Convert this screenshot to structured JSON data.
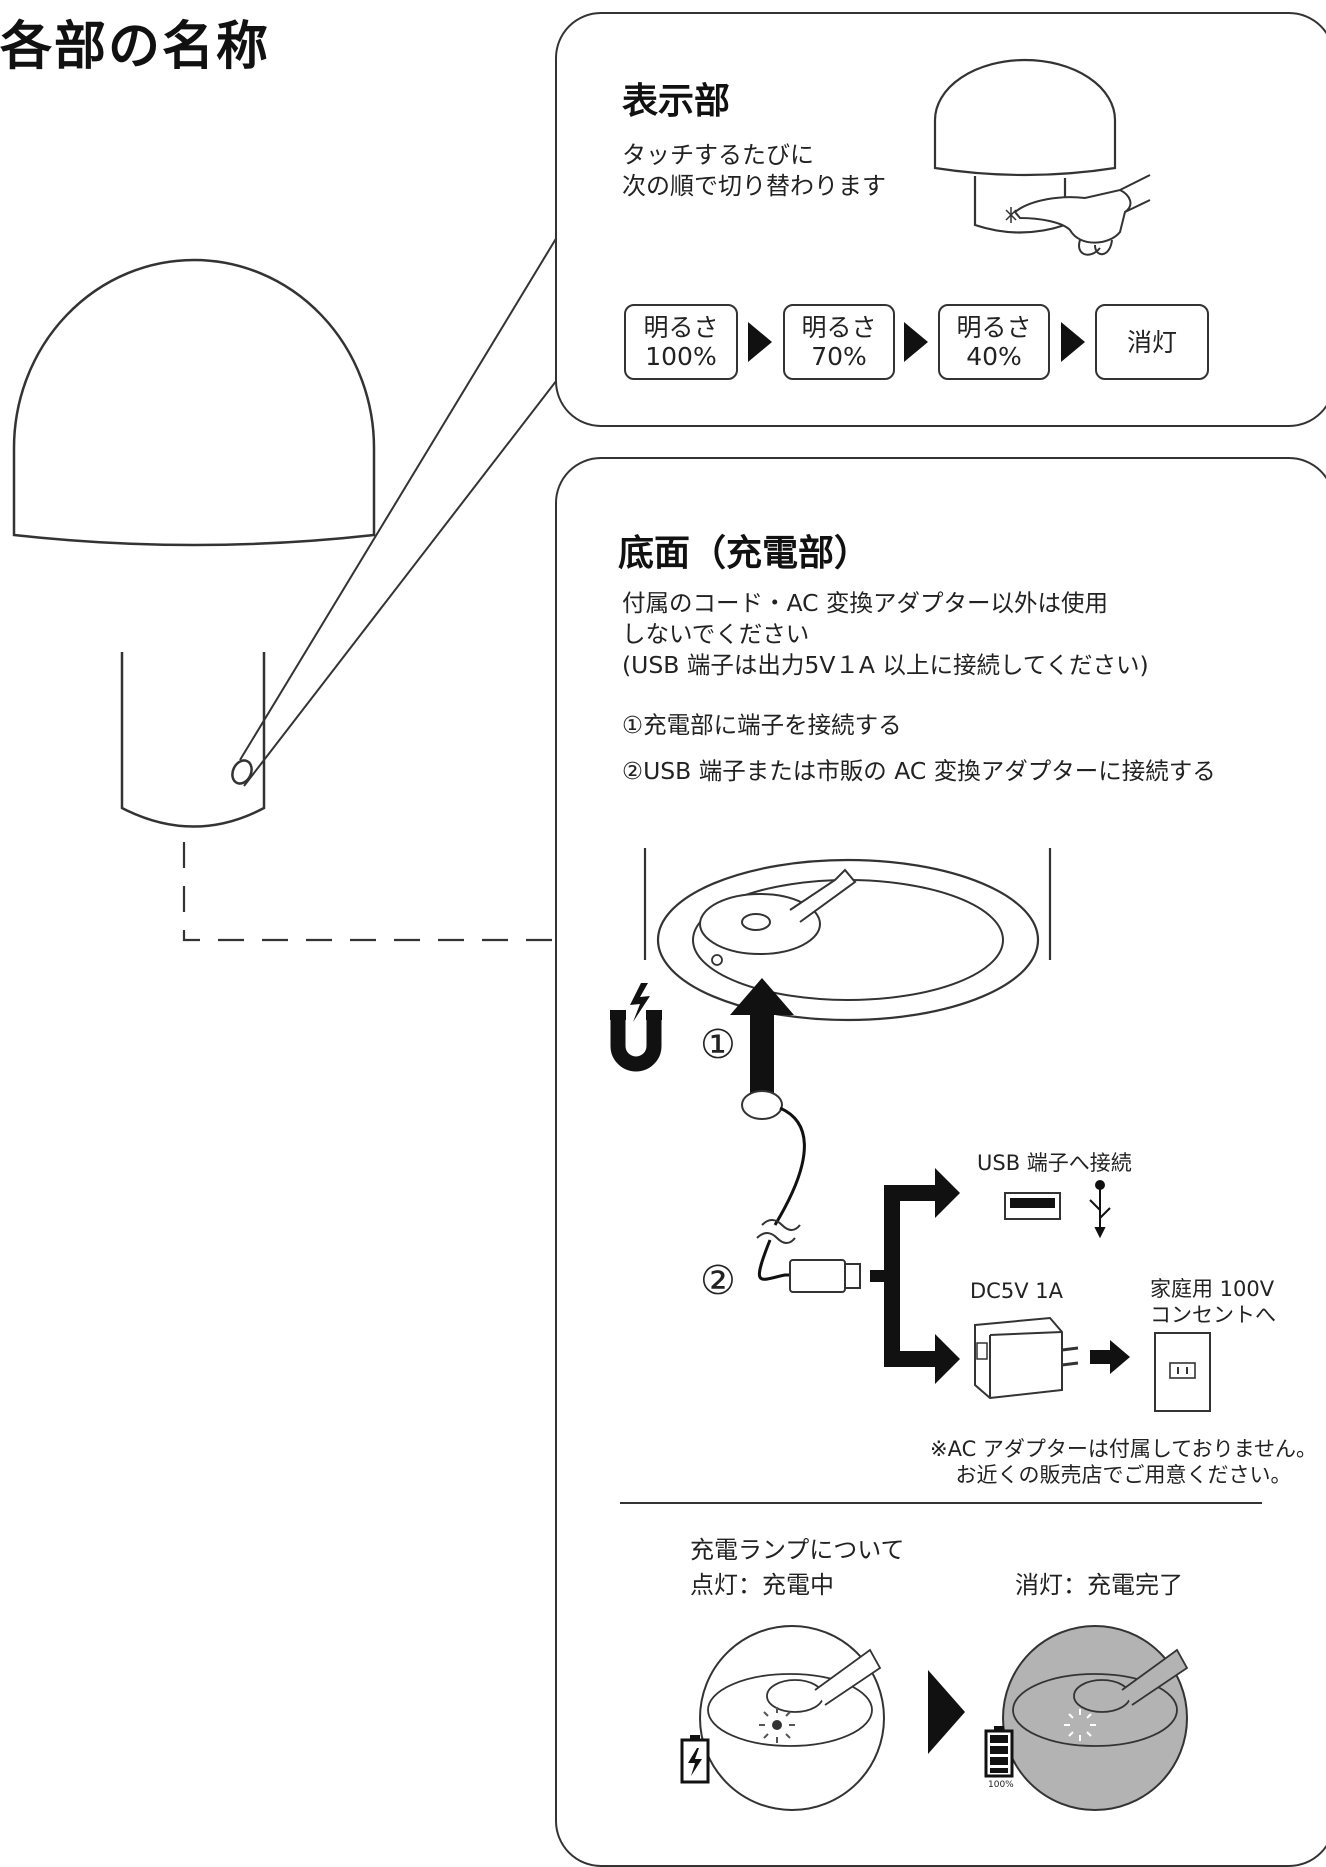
{
  "page": {
    "title": "各部の名称"
  },
  "display_section": {
    "heading": "表示部",
    "description": [
      "タッチするたびに",
      "次の順で切り替わります"
    ],
    "steps": [
      {
        "line1": "明るさ",
        "line2": "100%"
      },
      {
        "line1": "明るさ",
        "line2": "70%"
      },
      {
        "line1": "明るさ",
        "line2": "40%"
      },
      {
        "line1": "消灯",
        "line2": ""
      }
    ]
  },
  "bottom_section": {
    "heading": "底面（充電部）",
    "notes": [
      "付属のコード・AC 変換アダプター以外は使用",
      "しないでください",
      "(USB 端子は出力5V１A 以上に接続してください)"
    ],
    "instructions": [
      "①充電部に端子を接続する",
      "②USB 端子または市販の AC 変換アダプターに接続する"
    ],
    "step_marker_1": "①",
    "step_marker_2": "②",
    "usb_label": "USB 端子へ接続",
    "adapter_label": "DC5V 1A",
    "outlet_label": [
      "家庭用 100V",
      "コンセントへ"
    ],
    "adapter_note": [
      "※AC アダプターは付属しておりません。",
      "お近くの販売店でご用意ください。"
    ],
    "lamp_title": "充電ランプについて",
    "lamp_on": "点灯：充電中",
    "lamp_off": "消灯：充電完了",
    "battery_full_label": "100%"
  },
  "icons": [
    "magnet-icon",
    "charging-battery-icon",
    "full-battery-icon",
    "usb-symbol-icon"
  ],
  "colors": {
    "line": "#333333",
    "arrow": "#1a1a1a",
    "complete_background": "#b3b3b3"
  }
}
